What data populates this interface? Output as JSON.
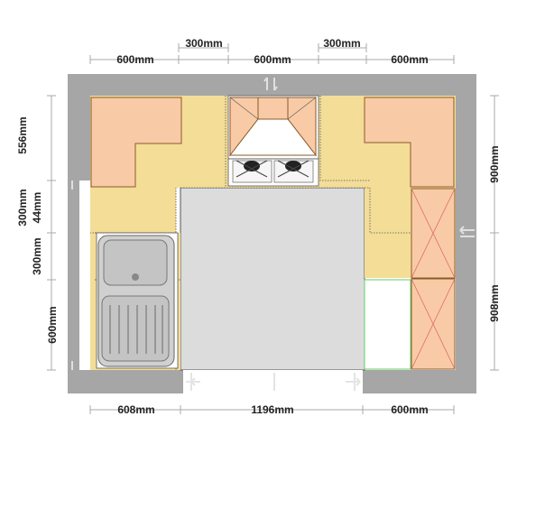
{
  "dimensions": {
    "top_row": [
      "600mm",
      "600mm",
      "600mm"
    ],
    "top_offsets": [
      "300mm",
      "300mm"
    ],
    "bottom_row": [
      "608mm",
      "1196mm",
      "600mm"
    ],
    "left_column": [
      "556mm",
      "44mm",
      "300mm",
      "300mm",
      "600mm"
    ],
    "right_column": [
      "900mm",
      "908mm"
    ]
  },
  "colors": {
    "wall": "#a6a6a6",
    "worktop": "#f3dd97",
    "corner_unit": "#f8cba6",
    "appliance": "#ffffff",
    "floor": "#dcdcdc",
    "dimension_line": "#aaaaaa"
  }
}
